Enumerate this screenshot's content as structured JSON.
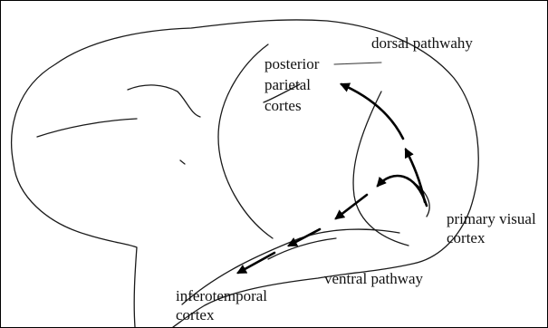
{
  "labels": {
    "dorsal": "dorsal pathwahy",
    "parietal": [
      "posterior",
      "parietal",
      "cortes"
    ],
    "visual": [
      "primary visual",
      "cortex"
    ],
    "ventral": "ventral pathway",
    "inferotemporal": [
      "inferotemporal",
      "cortex"
    ]
  }
}
